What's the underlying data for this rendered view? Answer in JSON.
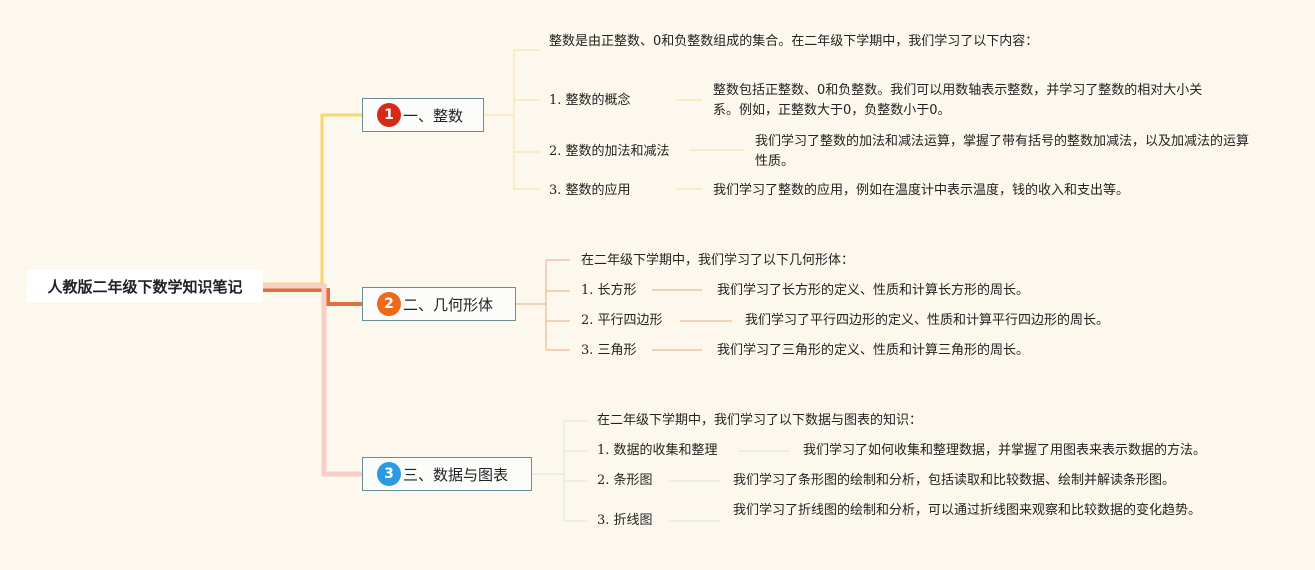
{
  "root": {
    "label": "人教版二年级下数学知识笔记"
  },
  "colors": {
    "background": "#fdf8ee",
    "branch1": "#f7d770",
    "branch2": "#e0703a",
    "branch3": "#f8cfc6",
    "badge1": "#d62a16",
    "badge2": "#ec6a19",
    "badge3": "#2a9be0"
  },
  "branches": [
    {
      "badge": "1",
      "label": "一、整数",
      "intro": "整数是由正整数、0和负整数组成的集合。在二年级下学期中，我们学习了以下内容：",
      "items": [
        {
          "title": "1. 整数的概念",
          "detail": "整数包括正整数、0和负整数。我们可以用数轴表示整数，并学习了整数的相对大小关系。例如，正整数大于0，负整数小于0。"
        },
        {
          "title": "2. 整数的加法和减法",
          "detail": "我们学习了整数的加法和减法运算，掌握了带有括号的整数加减法，以及加减法的运算性质。"
        },
        {
          "title": "3. 整数的应用",
          "detail": "我们学习了整数的应用，例如在温度计中表示温度，钱的收入和支出等。"
        }
      ]
    },
    {
      "badge": "2",
      "label": "二、几何形体",
      "intro": "在二年级下学期中，我们学习了以下几何形体：",
      "items": [
        {
          "title": "1. 长方形",
          "detail": "我们学习了长方形的定义、性质和计算长方形的周长。"
        },
        {
          "title": "2. 平行四边形",
          "detail": "我们学习了平行四边形的定义、性质和计算平行四边形的周长。"
        },
        {
          "title": "3. 三角形",
          "detail": "我们学习了三角形的定义、性质和计算三角形的周长。"
        }
      ]
    },
    {
      "badge": "3",
      "label": "三、数据与图表",
      "intro": "在二年级下学期中，我们学习了以下数据与图表的知识：",
      "items": [
        {
          "title": "1. 数据的收集和整理",
          "detail": "我们学习了如何收集和整理数据，并掌握了用图表来表示数据的方法。"
        },
        {
          "title": "2. 条形图",
          "detail": "我们学习了条形图的绘制和分析，包括读取和比较数据、绘制并解读条形图。"
        },
        {
          "title": "3. 折线图",
          "detail": "我们学习了折线图的绘制和分析，可以通过折线图来观察和比较数据的变化趋势。"
        }
      ]
    }
  ]
}
